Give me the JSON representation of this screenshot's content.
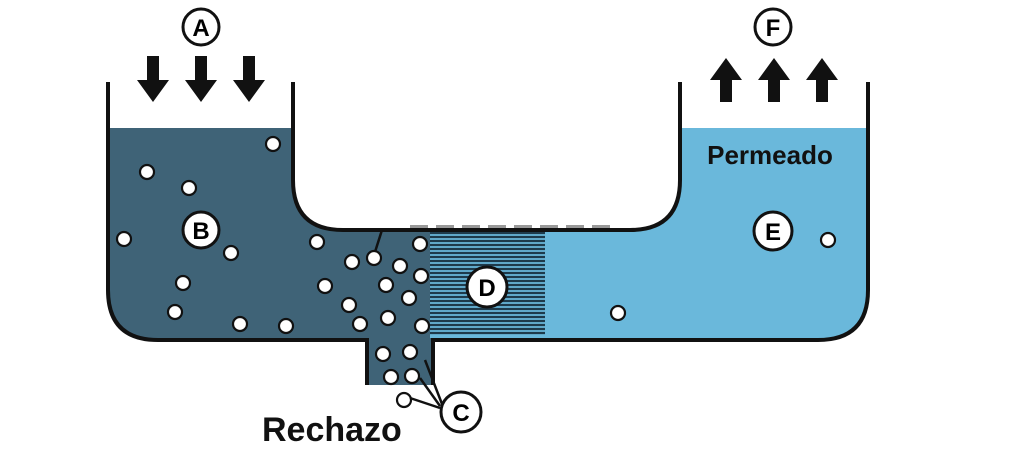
{
  "labels": {
    "permeate": "Permeado",
    "reject": "Rechazo"
  },
  "markers": {
    "a": "A",
    "b": "B",
    "c": "C",
    "d": "D",
    "e": "E",
    "f": "F"
  },
  "colors": {
    "feed_water": "#3f6377",
    "permeate_water": "#6ab8db",
    "membrane": "#1e3a4b",
    "outline": "#111111",
    "membrane_edge": "#999999",
    "particle_fill": "#ffffff"
  },
  "icons": {
    "feed_arrows": "arrow-down-icon",
    "permeate_arrows": "arrow-up-icon",
    "particles": "particle-circle-icon"
  }
}
